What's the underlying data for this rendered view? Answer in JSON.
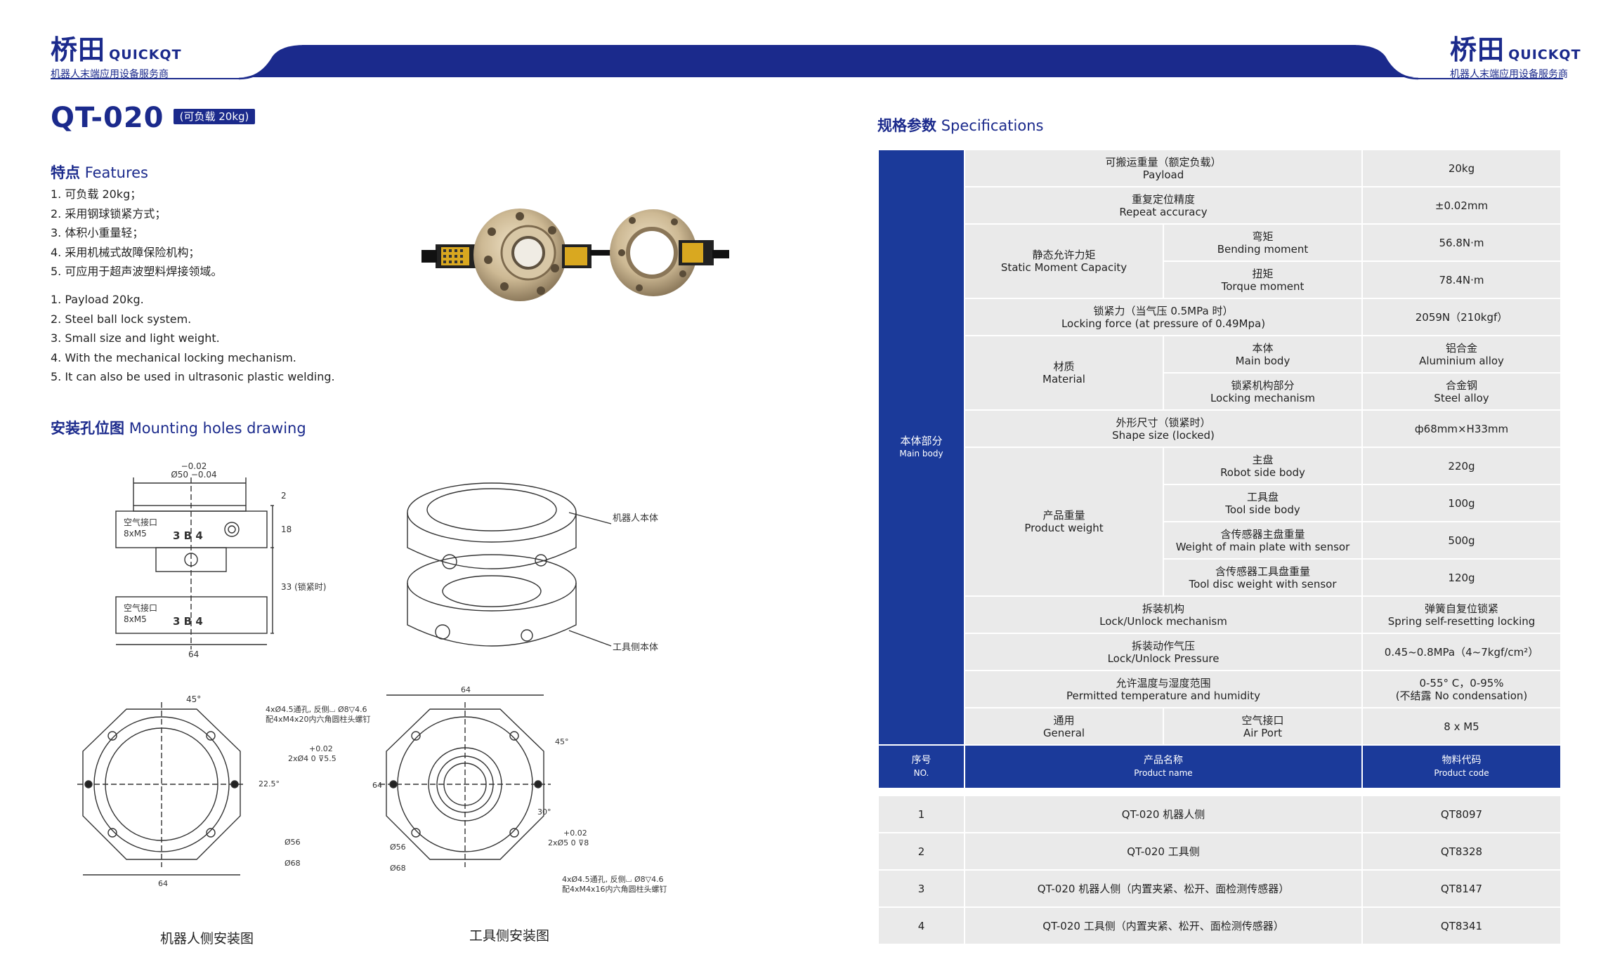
{
  "brand": {
    "name_zh": "桥田",
    "name_en": "QUICKQT",
    "tagline": "机器人末端应用设备服务商"
  },
  "product": {
    "model": "QT-020",
    "badge": "(可负载 20kg)"
  },
  "features": {
    "title_zh": "特点",
    "title_en": "Features",
    "zh_items": [
      "1. 可负载 20kg；",
      "2. 采用钢球锁紧方式；",
      "3. 体积小重量轻；",
      "4. 采用机械式故障保险机构；",
      "5. 可应用于超声波塑料焊接领域。"
    ],
    "en_items": [
      "1. Payload 20kg.",
      "2. Steel ball lock system.",
      "3. Small size and  light weight.",
      "4. With the mechanical locking mechanism.",
      "5. It can also be used in ultrasonic plastic welding."
    ]
  },
  "mounting": {
    "title_zh": "安装孔位图",
    "title_en": "Mounting holes drawing",
    "caption_robot": "机器人侧安装图",
    "caption_tool": "工具侧安装图"
  },
  "drawing_labels": {
    "top_tol": "−0.02",
    "top_dim": "Ø50 −0.04",
    "dim_2": "2",
    "dim_18": "18",
    "dim_33": "33 (锁紧时)",
    "air_port": "空气接口",
    "air_thread": "8xM5",
    "port_nums": "3 B 4",
    "dim_64": "64",
    "robot_body": "机器人本体",
    "tool_body": "工具侧本体",
    "robot_holes": "4xØ4.5通孔, 反侧⌴ Ø8▽4.6",
    "robot_screws": "配4xM4x20内六角圆柱头螺钉",
    "robot_pin_tol": "+0.02",
    "robot_pin": "2xØ4  0  ⊽5.5",
    "angle_45": "45°",
    "angle_22_5": "22.5°",
    "angle_30": "30°",
    "dia_56": "Ø56",
    "dia_68": "Ø68",
    "tool_pin_tol": "+0.02",
    "tool_pin": "2xØ5  0  ⊽8",
    "tool_holes": "4xØ4.5通孔, 反侧⌴ Ø8▽4.6",
    "tool_screws": "配4xM4x16内六角圆柱头螺钉"
  },
  "specs": {
    "title_zh": "规格参数",
    "title_en": "Specifications",
    "group": {
      "zh": "本体部分",
      "en": "Main body"
    },
    "payload": {
      "zh": "可搬运重量（额定负载）",
      "en": "Payload",
      "value": "20kg"
    },
    "accuracy": {
      "zh": "重复定位精度",
      "en": "Repeat accuracy",
      "value": "±0.02mm"
    },
    "static_moment": {
      "zh": "静态允许力矩",
      "en": "Static Moment Capacity",
      "bending": {
        "zh": "弯矩",
        "en": "Bending moment",
        "value": "56.8N·m"
      },
      "torque": {
        "zh": "扭矩",
        "en": "Torque moment",
        "value": "78.4N·m"
      }
    },
    "locking_force": {
      "zh": "锁紧力（当气压 0.5MPa 时）",
      "en": "Locking force (at pressure of 0.49Mpa)",
      "value": "2059N（210kgf）"
    },
    "material": {
      "zh": "材质",
      "en": "Material",
      "main_body": {
        "zh": "本体",
        "en": "Main body",
        "value_zh": "铝合金",
        "value_en": "Aluminium alloy"
      },
      "locking": {
        "zh": "锁紧机构部分",
        "en": "Locking mechanism",
        "value_zh": "合金钢",
        "value_en": "Steel alloy"
      }
    },
    "shape": {
      "zh": "外形尺寸（锁紧时）",
      "en": "Shape size (locked)",
      "value": "ф68mm×H33mm"
    },
    "weight": {
      "zh": "产品重量",
      "en": "Product weight",
      "robot": {
        "zh": "主盘",
        "en": "Robot side body",
        "value": "220g"
      },
      "tool": {
        "zh": "工具盘",
        "en": "Tool side body",
        "value": "100g"
      },
      "main_sensor": {
        "zh": "含传感器主盘重量",
        "en": "Weight of main plate with sensor",
        "value": "500g"
      },
      "tool_sensor": {
        "zh": "含传感器工具盘重量",
        "en": "Tool disc weight with sensor",
        "value": "120g"
      }
    },
    "lock_mech": {
      "zh": "拆装机构",
      "en": "Lock/Unlock mechanism",
      "value_zh": "弹簧自复位锁紧",
      "value_en": "Spring self-resetting locking"
    },
    "lock_pressure": {
      "zh": "拆装动作气压",
      "en": "Lock/Unlock Pressure",
      "value": "0.45~0.8MPa（4~7kgf/cm²）"
    },
    "temperature": {
      "zh": "允许温度与湿度范围",
      "en": "Permitted temperature and humidity",
      "value_1": "0-55° C，0-95%",
      "value_2": "(不结露 No condensation)"
    },
    "general": {
      "zh": "通用",
      "en": "General",
      "port_zh": "空气接口",
      "port_en": "Air Port",
      "value": "8 x M5"
    }
  },
  "products": {
    "header": {
      "no_zh": "序号",
      "no_en": "NO.",
      "name_zh": "产品名称",
      "name_en": "Product name",
      "code_zh": "物料代码",
      "code_en": "Product code"
    },
    "rows": [
      {
        "no": "1",
        "name": "QT-020 机器人侧",
        "code": "QT8097"
      },
      {
        "no": "2",
        "name": "QT-020 工具侧",
        "code": "QT8328"
      },
      {
        "no": "3",
        "name": "QT-020 机器人侧（内置夹紧、松开、面检测传感器）",
        "code": "QT8147"
      },
      {
        "no": "4",
        "name": "QT-020 工具侧（内置夹紧、松开、面检测传感器）",
        "code": "QT8341"
      }
    ]
  },
  "colors": {
    "brand_blue": "#1b2a8c",
    "table_blue": "#1b3a9a",
    "cell_gray": "#eaeaea"
  }
}
